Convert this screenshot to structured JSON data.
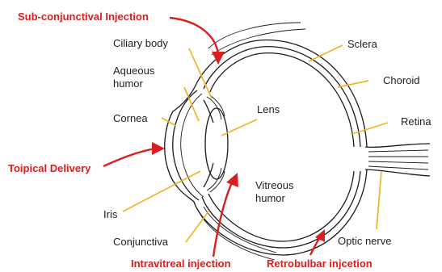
{
  "colors": {
    "route_label": "#d81e1e",
    "leader_line": "#f0b42a",
    "outline": "#1a1a1a",
    "anatomy_label": "#222222"
  },
  "anatomy_labels": {
    "ciliary_body": "Ciliary body",
    "aqueous_humor_1": "Aqueous",
    "aqueous_humor_2": "humor",
    "cornea": "Cornea",
    "lens": "Lens",
    "vitreous_humor_1": "Vitreous",
    "vitreous_humor_2": "humor",
    "iris": "Iris",
    "conjunctiva": "Conjunctiva",
    "sclera": "Sclera",
    "choroid": "Choroid",
    "retina": "Retina",
    "optic_nerve": "Optic nerve"
  },
  "delivery_routes": {
    "subconjunctival": "Sub-conjunctival Injection",
    "topical": "Toipical Delivery",
    "intravitreal": "Intravitreal injection",
    "retrobulbar": "Retrobulbar injcetion"
  }
}
